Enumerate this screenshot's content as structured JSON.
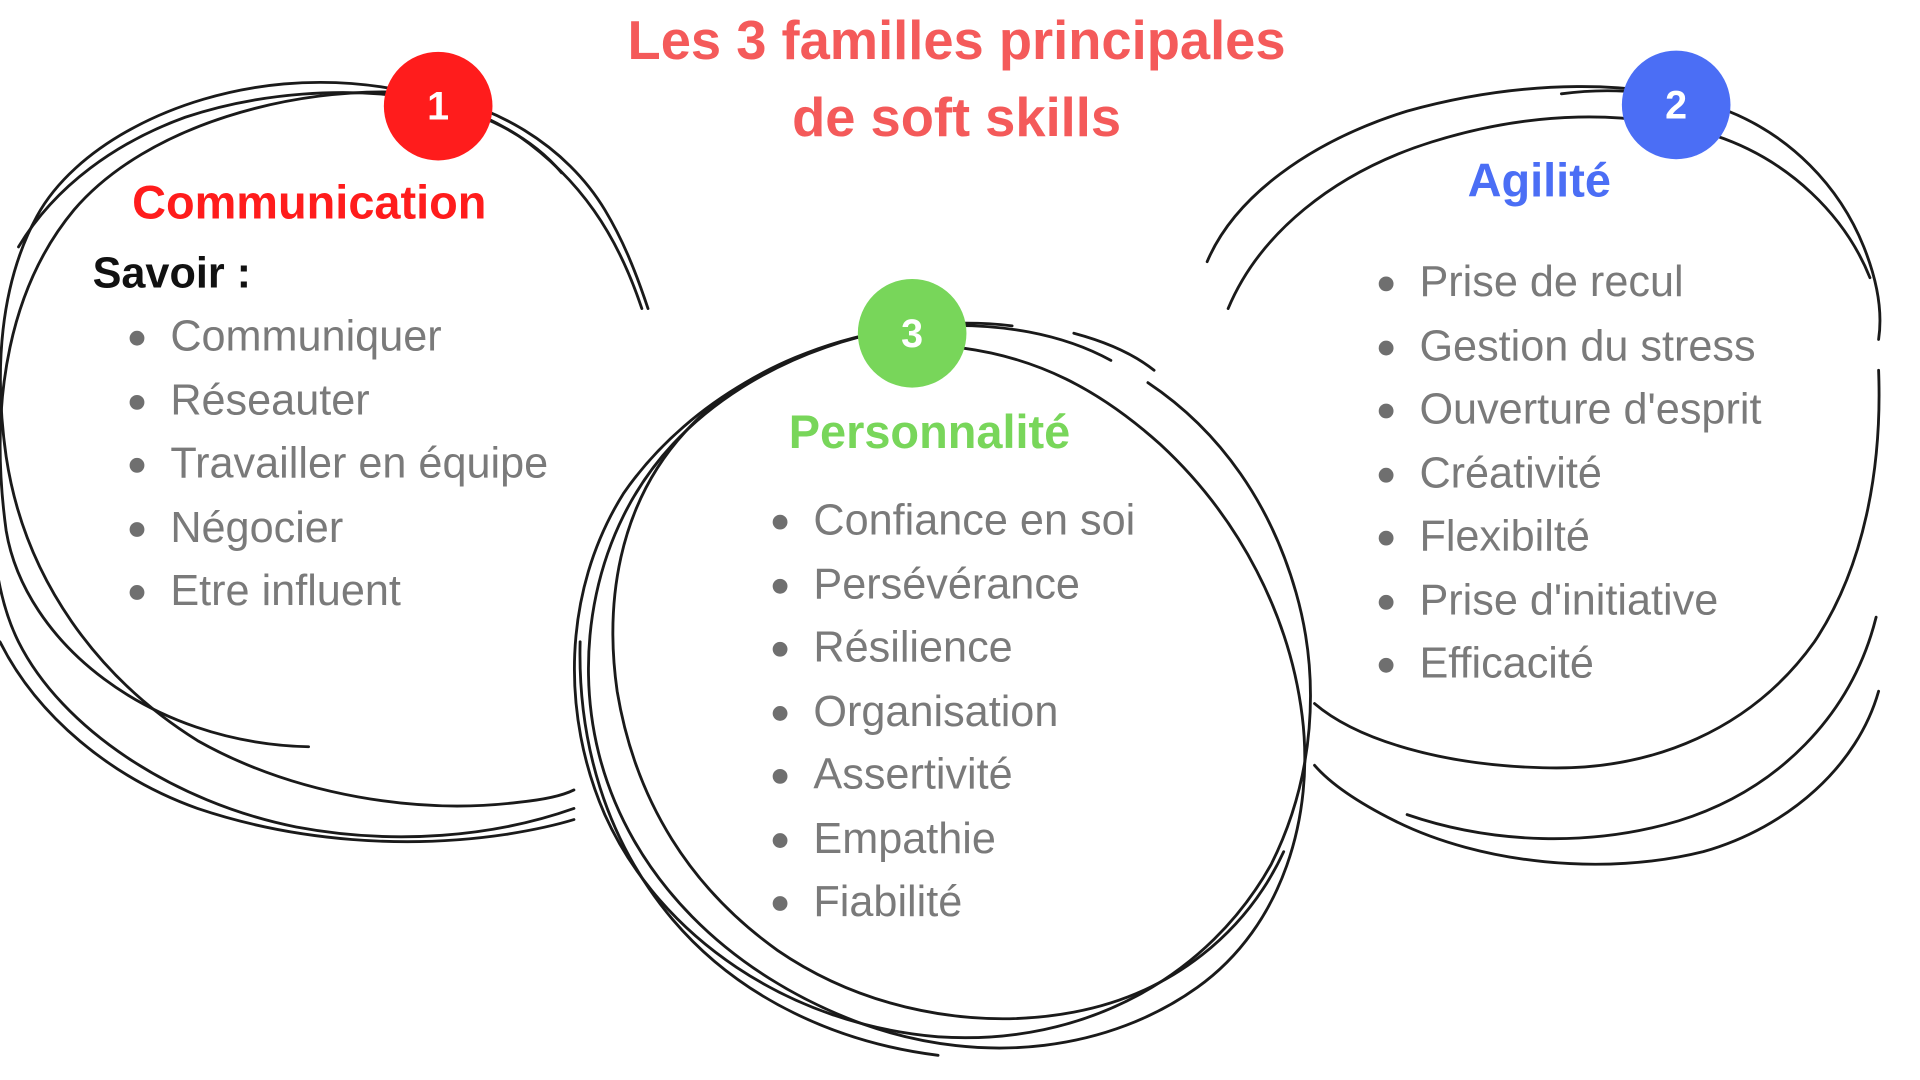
{
  "title": {
    "line1": "Les 3 familles principales",
    "line2": "de soft skills",
    "color": "#f45a5a"
  },
  "families": [
    {
      "number": "1",
      "heading": "Communication",
      "color": "#ff1c1c",
      "subheading": "Savoir :",
      "skills": [
        "Communiquer",
        "Réseauter",
        "Travailler en équipe",
        "Négocier",
        "Etre influent"
      ]
    },
    {
      "number": "2",
      "heading": "Agilité",
      "color": "#4b6ef5",
      "skills": [
        "Prise de recul",
        "Gestion du stress",
        "Ouverture d'esprit",
        "Créativité",
        "Flexibilté",
        "Prise d'initiative",
        "Efficacité"
      ]
    },
    {
      "number": "3",
      "heading": "Personnalité",
      "color": "#78d65a",
      "skills": [
        "Confiance en soi",
        "Persévérance",
        "Résilience",
        "Organisation",
        "Assertivité",
        "Empathie",
        "Fiabilité"
      ]
    }
  ],
  "ring_color": "#1a1a1a",
  "bullet_color": "#6f6f6f",
  "text_color": "#7a7a7a"
}
